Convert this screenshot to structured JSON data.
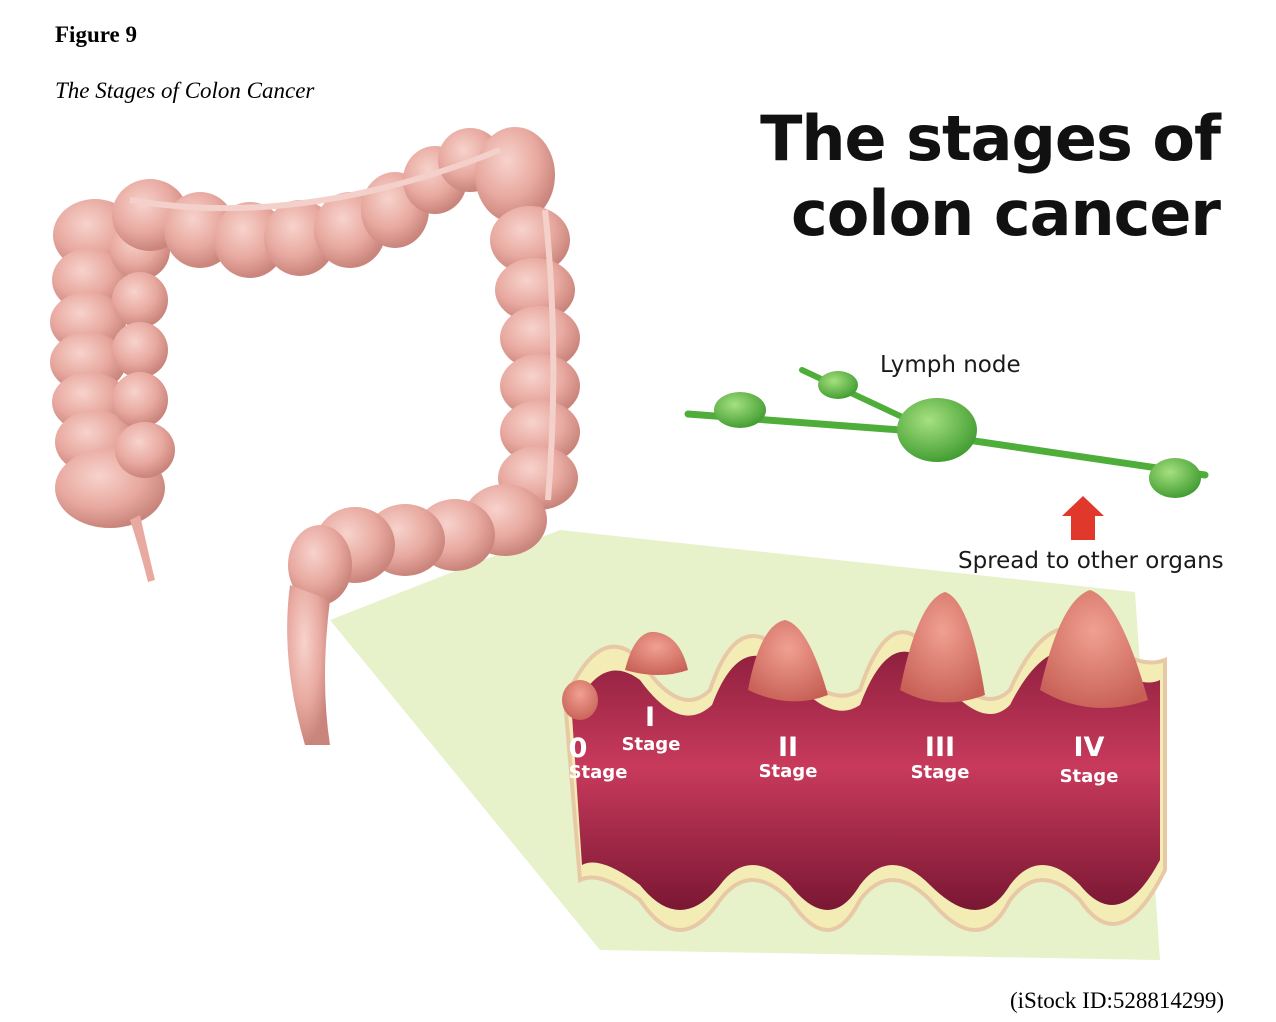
{
  "figure": {
    "label": "Figure 9",
    "caption": "The Stages of Colon Cancer",
    "credit": "(iStock ID:528814299)"
  },
  "illustration": {
    "title_line1": "The stages of",
    "title_line2": "colon cancer",
    "lymph_node_label": "Lymph node",
    "spread_label": "Spread to other organs",
    "stages": [
      {
        "numeral": "0",
        "word": "Stage"
      },
      {
        "numeral": "I",
        "word": "Stage"
      },
      {
        "numeral": "II",
        "word": "Stage"
      },
      {
        "numeral": "III",
        "word": "Stage"
      },
      {
        "numeral": "IV",
        "word": "Stage"
      }
    ]
  },
  "colors": {
    "colon": "#e8a9a0",
    "lymph": "#6cc24a",
    "arrow": "#e0392b",
    "wall": "#b5304f",
    "tumor": "#d9776a",
    "zoom": "#e4efc4"
  }
}
